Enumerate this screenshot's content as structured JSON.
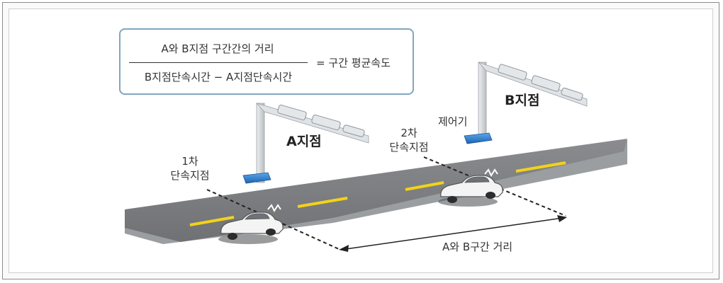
{
  "formula": {
    "numerator": "A와 B지점 구간간의 거리",
    "denominator": "B지점단속시간 − A지점단속시간",
    "result": "= 구간 평균속도"
  },
  "labels": {
    "point_a": "A지점",
    "point_b": "B지점",
    "first_line": "1차",
    "first_line_2": "단속지점",
    "second_line": "2차",
    "second_line_2": "단속지점",
    "controller": "제어기",
    "distance": "A와 B구간 거리"
  },
  "colors": {
    "road": "#7d7f82",
    "road_edge": "#b8b9bb",
    "lane_marking": "#f2d21b",
    "pole": "#d9dde0",
    "controller_box": "#2f7fd0",
    "frame_border": "#8c8c8c",
    "formula_border": "#7fa7bf"
  }
}
